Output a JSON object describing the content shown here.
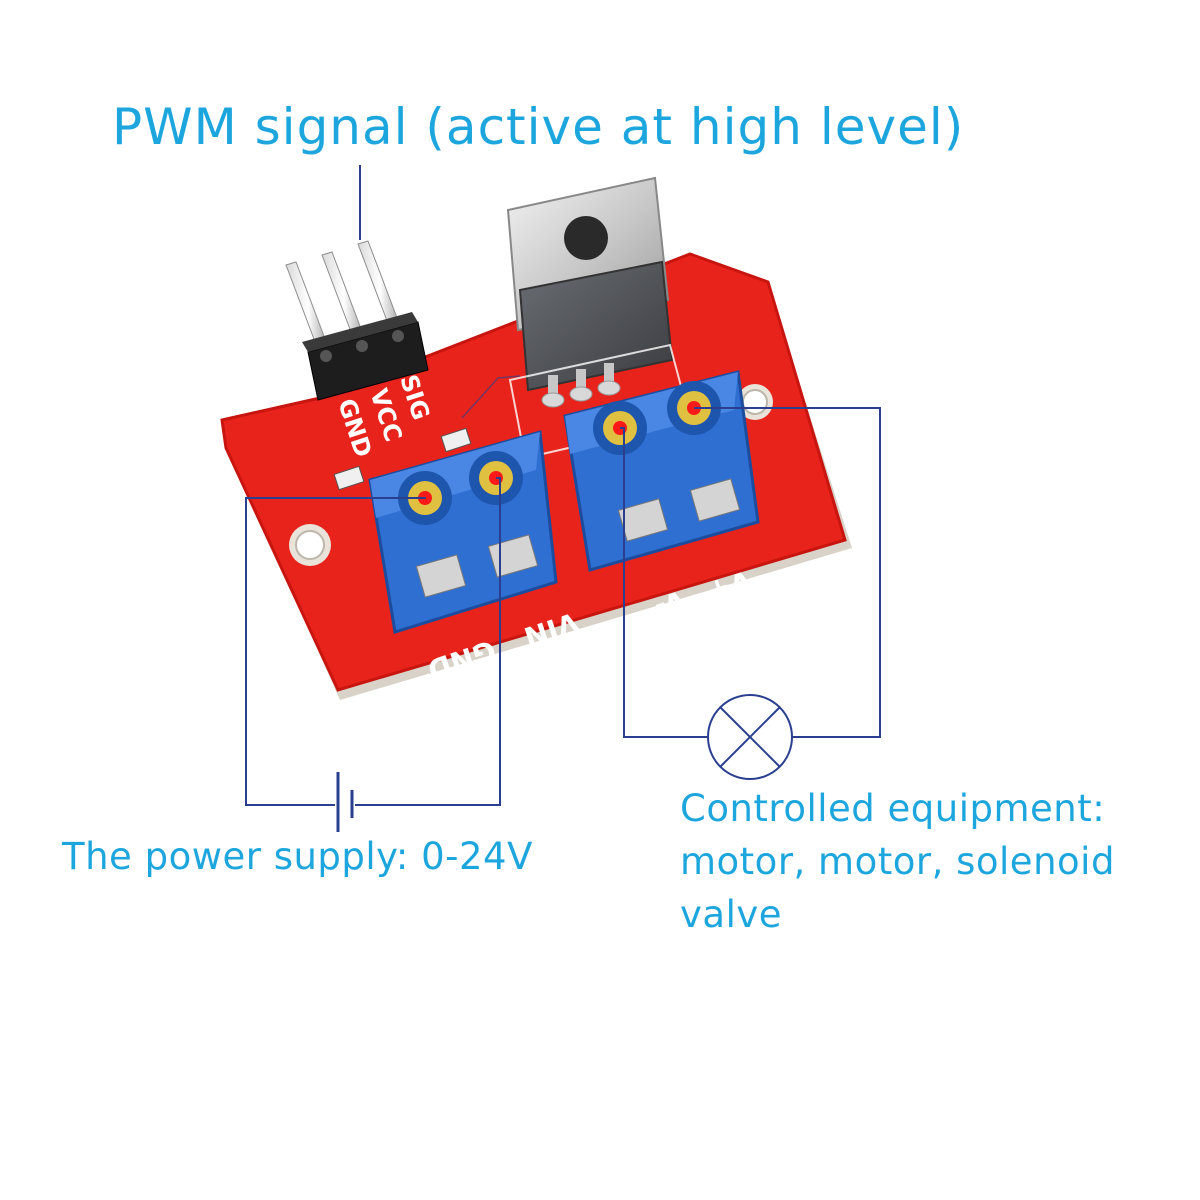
{
  "captions": {
    "pwm_signal": "PWM signal (active at high level)",
    "power_supply": "The power supply: 0-24V",
    "controlled_line1": "Controlled equipment:",
    "controlled_line2": "motor, motor, solenoid",
    "controlled_line3": "valve"
  },
  "board_labels": {
    "sig": "SIG",
    "vcc": "VCC",
    "gnd": "GND",
    "vin": "VIN",
    "gnd_terminal": "GND",
    "v_minus": "V-",
    "v_plus": "V+"
  },
  "colors": {
    "caption": "#1da6dd",
    "board": "#e8231c",
    "terminal": "#2f6fd1",
    "wire": "#2a3f8f"
  }
}
